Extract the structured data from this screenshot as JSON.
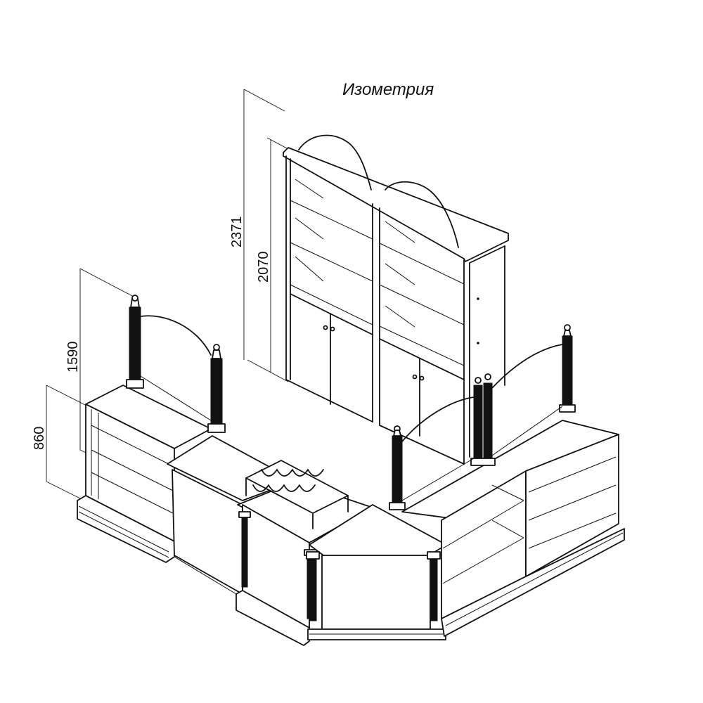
{
  "title": "Изометрия",
  "dimensions": {
    "total_height": "2371",
    "cabinet_height": "2070",
    "showcase_post_height": "1590",
    "counter_height": "860"
  }
}
